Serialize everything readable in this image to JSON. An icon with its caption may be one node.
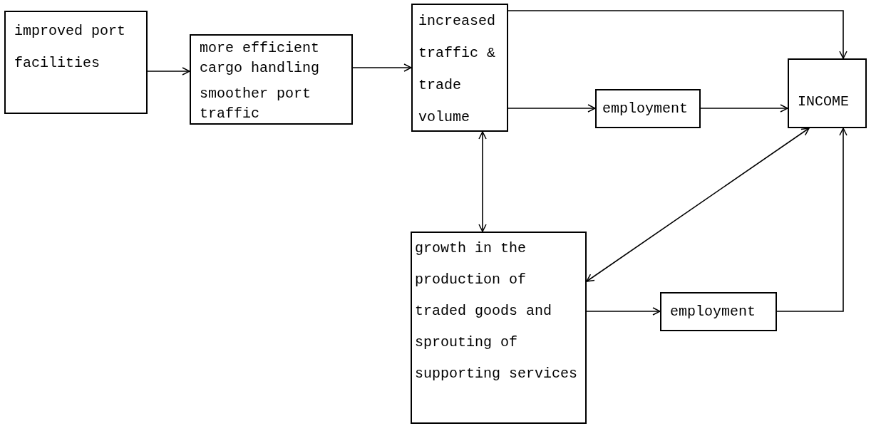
{
  "diagram": {
    "nodes": [
      {
        "text": [
          "improved port facilities"
        ]
      },
      {
        "text": [
          "more efficient cargo handling",
          "smoother port traffic"
        ]
      },
      {
        "text": [
          "increased traffic & trade volume"
        ]
      },
      {
        "text": [
          "employment"
        ]
      },
      {
        "text": [
          "INCOME"
        ]
      },
      {
        "text": [
          "growth in the production of traded goods and sprouting of supporting services"
        ]
      },
      {
        "text": [
          "employment"
        ]
      }
    ],
    "edges": [
      {
        "from": 0,
        "to": 1,
        "arrow": "to"
      },
      {
        "from": 1,
        "to": 2,
        "arrow": "to"
      },
      {
        "from": 2,
        "to": 4,
        "arrow": "to"
      },
      {
        "from": 2,
        "to": 3,
        "arrow": "to"
      },
      {
        "from": 3,
        "to": 4,
        "arrow": "to"
      },
      {
        "from": 2,
        "to": 5,
        "arrow": "both"
      },
      {
        "from": 4,
        "to": 5,
        "arrow": "both"
      },
      {
        "from": 5,
        "to": 6,
        "arrow": "to"
      },
      {
        "from": 6,
        "to": 4,
        "arrow": "to"
      }
    ]
  }
}
